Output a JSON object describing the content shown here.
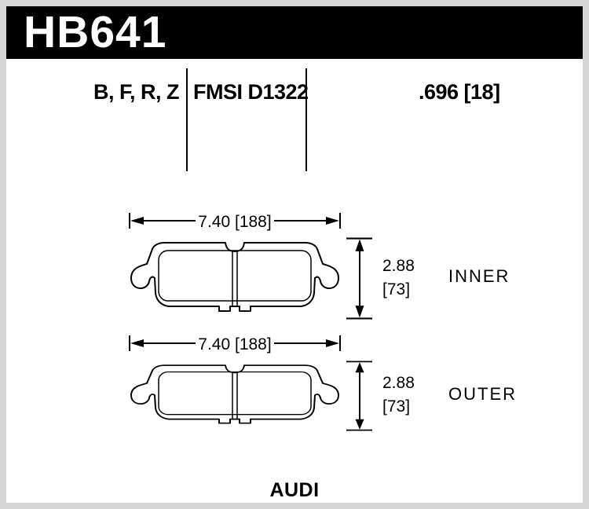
{
  "header": {
    "part_number": "HB641"
  },
  "spec_row": {
    "compounds": "B, F, R, Z",
    "fmsi": "FMSI D1322",
    "thickness": ".696 [18]"
  },
  "drawings": {
    "inner": {
      "width_dim": "7.40 [188]",
      "height_in": "2.88",
      "height_mm": "[73]",
      "label": "INNER"
    },
    "outer": {
      "width_dim": "7.40 [188]",
      "height_in": "2.88",
      "height_mm": "[73]",
      "label": "OUTER"
    }
  },
  "footer": {
    "make": "AUDI"
  },
  "colors": {
    "header_bg": "#000000",
    "header_text": "#ffffff",
    "line": "#000000",
    "frame": "#d5d5d5",
    "background": "#ffffff"
  }
}
